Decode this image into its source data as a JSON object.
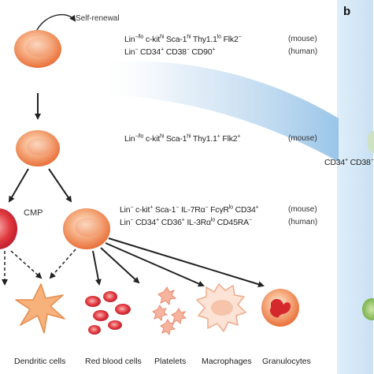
{
  "panel": {
    "label": "b"
  },
  "self_renewal": "Self-renewal",
  "hsc": {
    "mouse_markers": "Lin−/lo c-kithi Sca-1hi Thy1.1lo Flk2−",
    "mouse_tag": "(mouse)",
    "human_markers": "Lin− CD34+ CD38− CD90+",
    "human_tag": "(human)"
  },
  "mpp": {
    "mouse_markers": "Lin−/lo c-kithi Sca-1hi Thy1.1+ Flk2+",
    "mouse_tag": "(mouse)"
  },
  "cmp": {
    "label": "CMP",
    "mouse_markers": "Lin− c-kit+ Sca-1− IL-7Rα− FcγRlo CD34+",
    "mouse_tag": "(mouse)",
    "human_markers": "Lin− CD34+ CD36+ IL-3Rαlo CD45RA−",
    "human_tag": "(human)"
  },
  "right_panel": {
    "text": "CD34+ CD38−"
  },
  "cells": [
    "Dendritic cells",
    "Red blood cells",
    "Platelets",
    "Macrophages",
    "Granulocytes"
  ],
  "colors": {
    "cell_orange": "#f08a4b",
    "cell_red": "#d8263b",
    "panel_blue": "#d6e9f7",
    "arrow": "#222222"
  }
}
